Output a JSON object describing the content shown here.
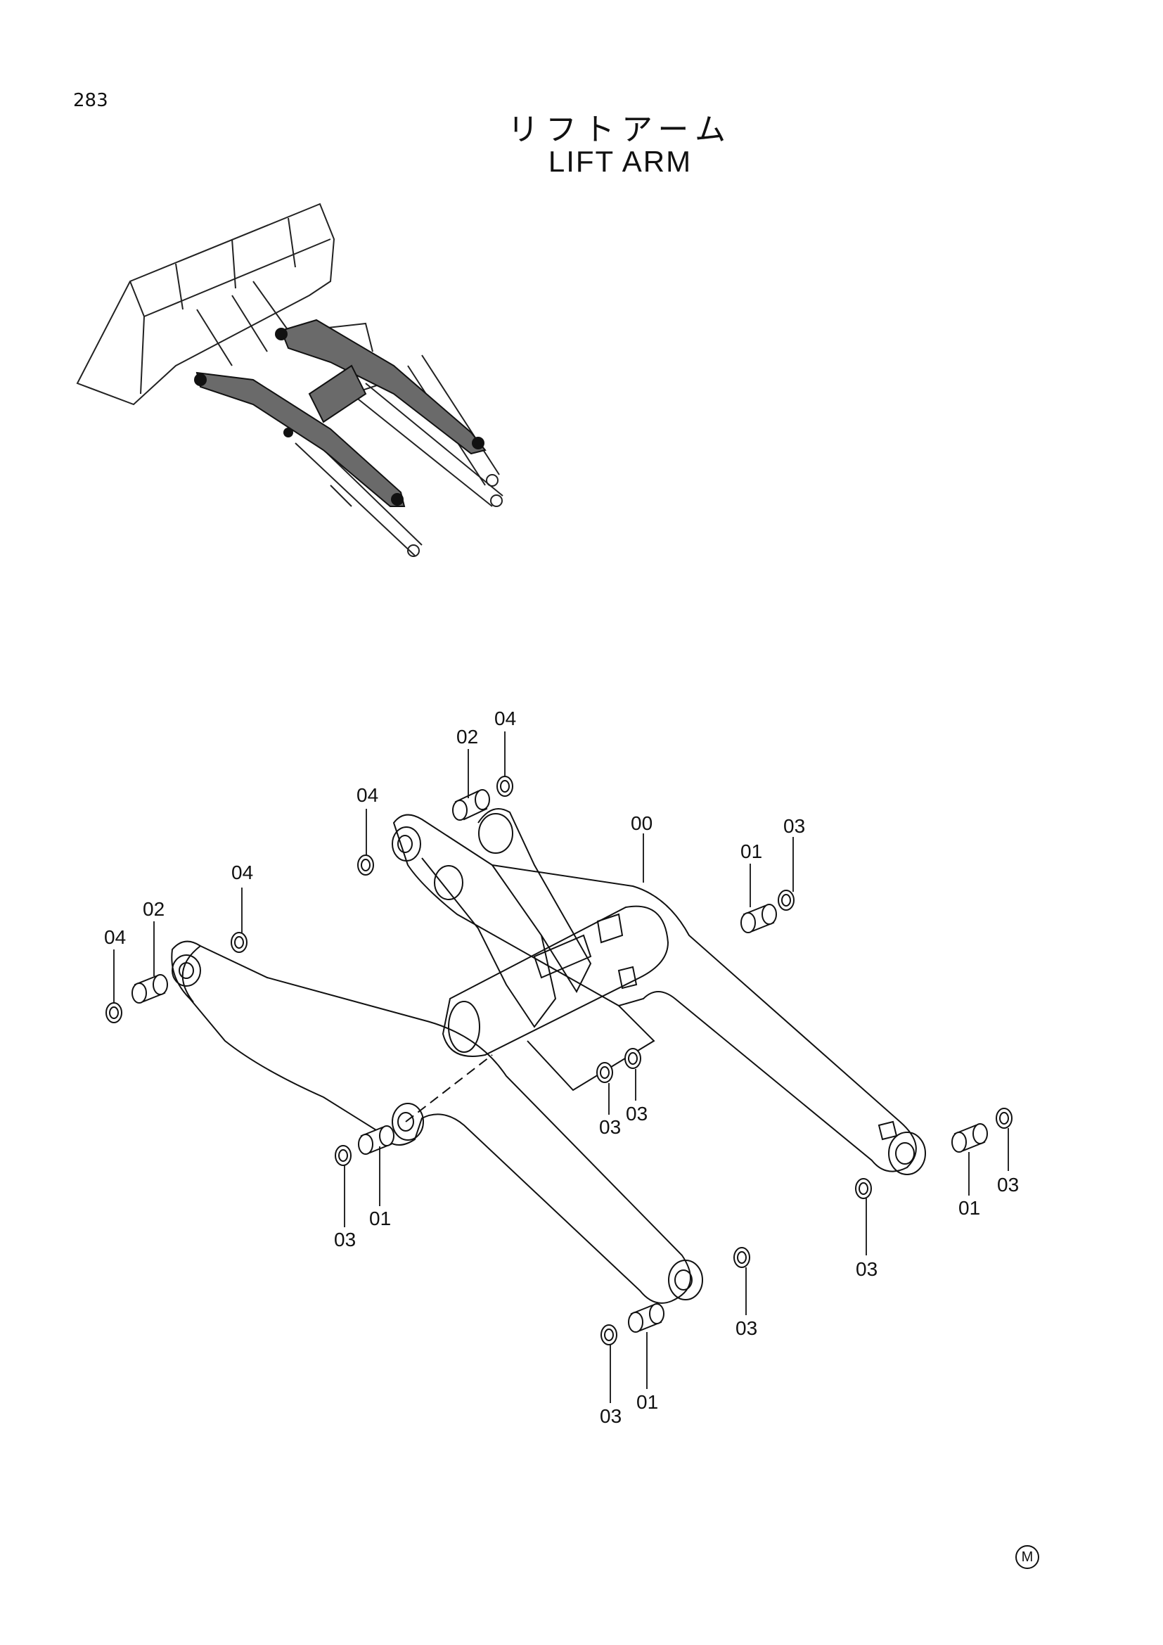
{
  "page_number": "283",
  "title_jp": "リフトアーム",
  "title_en": "LIFT  ARM",
  "corner_mark": "M",
  "callouts": [
    {
      "id": "c00",
      "text": "00"
    },
    {
      "id": "c01a",
      "text": "01"
    },
    {
      "id": "c03a",
      "text": "03"
    },
    {
      "id": "c02a",
      "text": "02"
    },
    {
      "id": "c04a",
      "text": "04"
    },
    {
      "id": "c04b",
      "text": "04"
    },
    {
      "id": "c04c",
      "text": "04"
    },
    {
      "id": "c02b",
      "text": "02"
    },
    {
      "id": "c04d",
      "text": "04"
    },
    {
      "id": "c03b",
      "text": "03"
    },
    {
      "id": "c03c",
      "text": "03"
    },
    {
      "id": "c01b",
      "text": "01"
    },
    {
      "id": "c03d",
      "text": "03"
    },
    {
      "id": "c01c",
      "text": "01"
    },
    {
      "id": "c03e",
      "text": "03"
    },
    {
      "id": "c03f",
      "text": "03"
    },
    {
      "id": "c03g",
      "text": "03"
    },
    {
      "id": "c01d",
      "text": "01"
    },
    {
      "id": "c03h",
      "text": "03"
    }
  ]
}
